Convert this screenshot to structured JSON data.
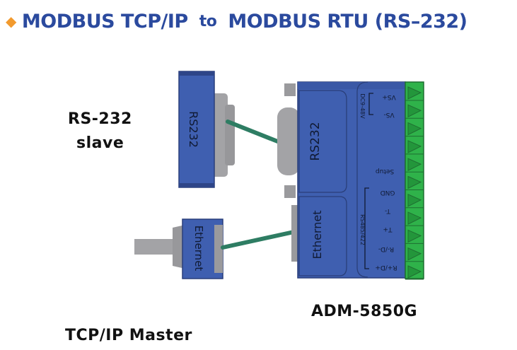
{
  "title": {
    "part1": "MODBUS TCP/IP",
    "connector": "to",
    "part2": "MODBUS RTU (RS–232)",
    "bullet_icon": "diamond-icon"
  },
  "labels": {
    "rs232_slave_line1": "RS-232",
    "rs232_slave_line2": "slave",
    "tcp_master": "TCP/IP Master",
    "device_model": "ADM-5850G"
  },
  "slave_device": {
    "port_label": "RS232"
  },
  "master_device": {
    "port_label": "Ethernet"
  },
  "gateway": {
    "rs232_port": "RS232",
    "ethernet_port": "Ethernet",
    "power_label": "DC9-48V",
    "bus_label": "RS485/422",
    "terminals": [
      "VS+",
      "VS-",
      "Setup",
      "GND",
      "T-",
      "T+",
      "R-/D-",
      "R+/D+"
    ]
  },
  "colors": {
    "title": "#2b4a9e",
    "bullet": "#f29a2e",
    "device_blue": "#3f5fb0",
    "connector_gray": "#a3a3a6",
    "cable_green": "#2e7d63",
    "terminal_green": "#2fb24a"
  }
}
